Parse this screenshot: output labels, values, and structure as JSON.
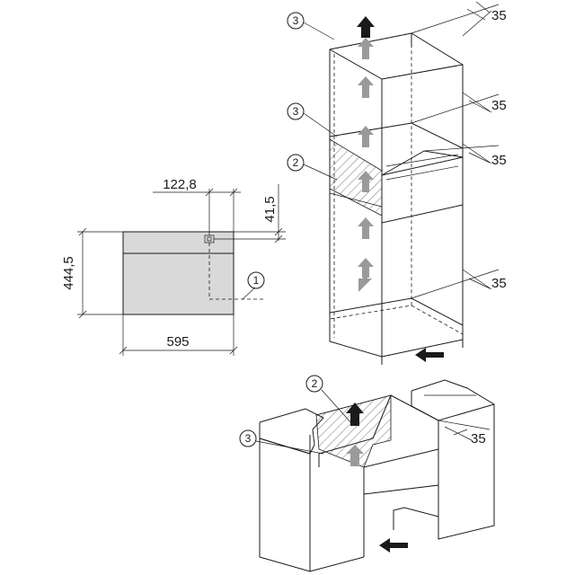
{
  "dimensions": {
    "width_label": "595",
    "height_label": "444,5",
    "offset_top_label": "122,8",
    "offset_right_label": "41,5",
    "gap_label": "35"
  },
  "callouts": {
    "one": "1",
    "two": "2",
    "three": "3"
  },
  "colors": {
    "line": "#1a1a1a",
    "appliance_fill": "#d9d9d9",
    "arrow_light": "#9a9a9a",
    "arrow_dark": "#1a1a1a"
  },
  "icons": {
    "airflow_up": "arrow-up",
    "airflow_in": "arrow-left"
  }
}
